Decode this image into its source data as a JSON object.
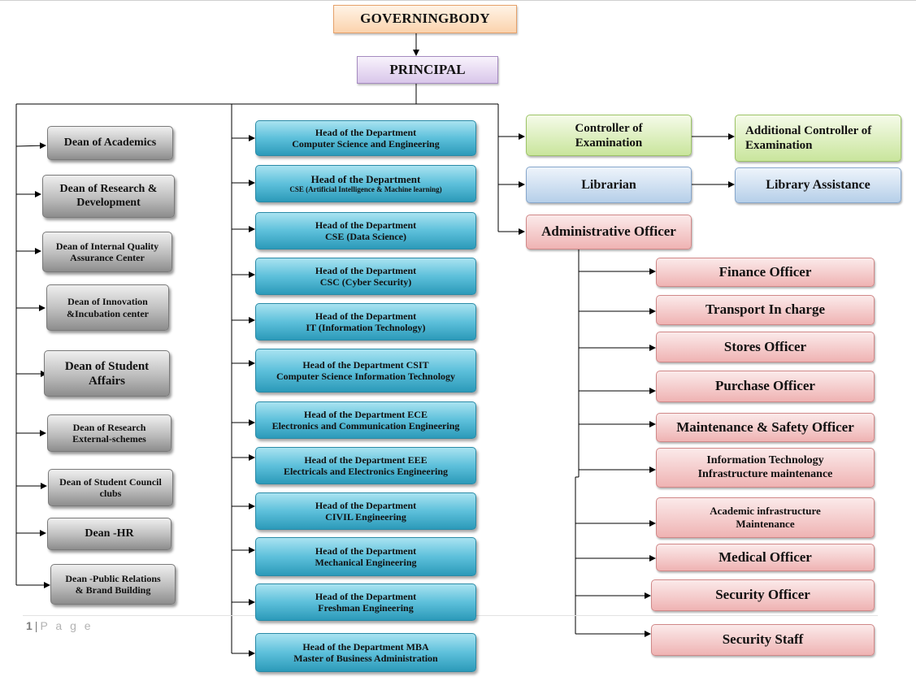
{
  "governing_body": "GOVERNINGBODY",
  "principal": "PRINCIPAL",
  "deans": [
    [
      "Dean of Academics"
    ],
    [
      "Dean of Research &",
      "Development"
    ],
    [
      "Dean of Internal Quality",
      "Assurance Center"
    ],
    [
      "Dean of Innovation",
      "&Incubation center"
    ],
    [
      "Dean of Student",
      "Affairs"
    ],
    [
      "Dean of Research",
      "External-schemes"
    ],
    [
      "Dean of Student Council",
      "clubs"
    ],
    [
      "Dean -HR"
    ],
    [
      "Dean -Public Relations",
      "& Brand Building"
    ]
  ],
  "hods": [
    [
      "Head of the Department",
      "Computer Science and Engineering"
    ],
    [
      "Head of the Department",
      "CSE (Artificial Intelligence & Machine learning)"
    ],
    [
      "Head of the Department",
      "CSE (Data Science)"
    ],
    [
      "Head of the Department",
      "CSC (Cyber Security)"
    ],
    [
      "Head of the Department",
      "IT (Information Technology)"
    ],
    [
      "Head of the Department CSIT",
      "Computer Science Information Technology"
    ],
    [
      "Head of the Department ECE",
      "Electronics and Communication Engineering"
    ],
    [
      "Head of the Department EEE",
      "Electricals and Electronics Engineering"
    ],
    [
      "Head of the Department",
      "CIVIL Engineering"
    ],
    [
      "Head of the Department",
      "Mechanical Engineering"
    ],
    [
      "Head of the Department",
      "Freshman Engineering"
    ],
    [
      "Head of the Department MBA",
      "Master of Business Administration"
    ]
  ],
  "controller": [
    "Controller of",
    "Examination"
  ],
  "additional_controller": [
    "Additional Controller of",
    "Examination"
  ],
  "librarian": "Librarian",
  "library_assistance": "Library Assistance",
  "administrative_officer": "Administrative Officer",
  "admin_staff": [
    [
      "Finance Officer"
    ],
    [
      "Transport In charge"
    ],
    [
      "Stores Officer"
    ],
    [
      "Purchase Officer"
    ],
    [
      "Maintenance & Safety Officer"
    ],
    [
      "Information Technology",
      "Infrastructure maintenance"
    ],
    [
      "Academic infrastructure",
      "Maintenance"
    ],
    [
      "Medical Officer"
    ],
    [
      "Security Officer"
    ],
    [
      "Security Staff"
    ]
  ],
  "footer": {
    "page_number": "1",
    "separator": "|",
    "page_label": "P a g e"
  },
  "colors": {
    "dean": "#a8a8a8",
    "hod": "#4fb6d3",
    "green": "#c9e59c",
    "blue": "#b6cfe9",
    "pink": "#efb3b3",
    "governing": "#fbd3ad",
    "principal": "#d9c6ea"
  }
}
